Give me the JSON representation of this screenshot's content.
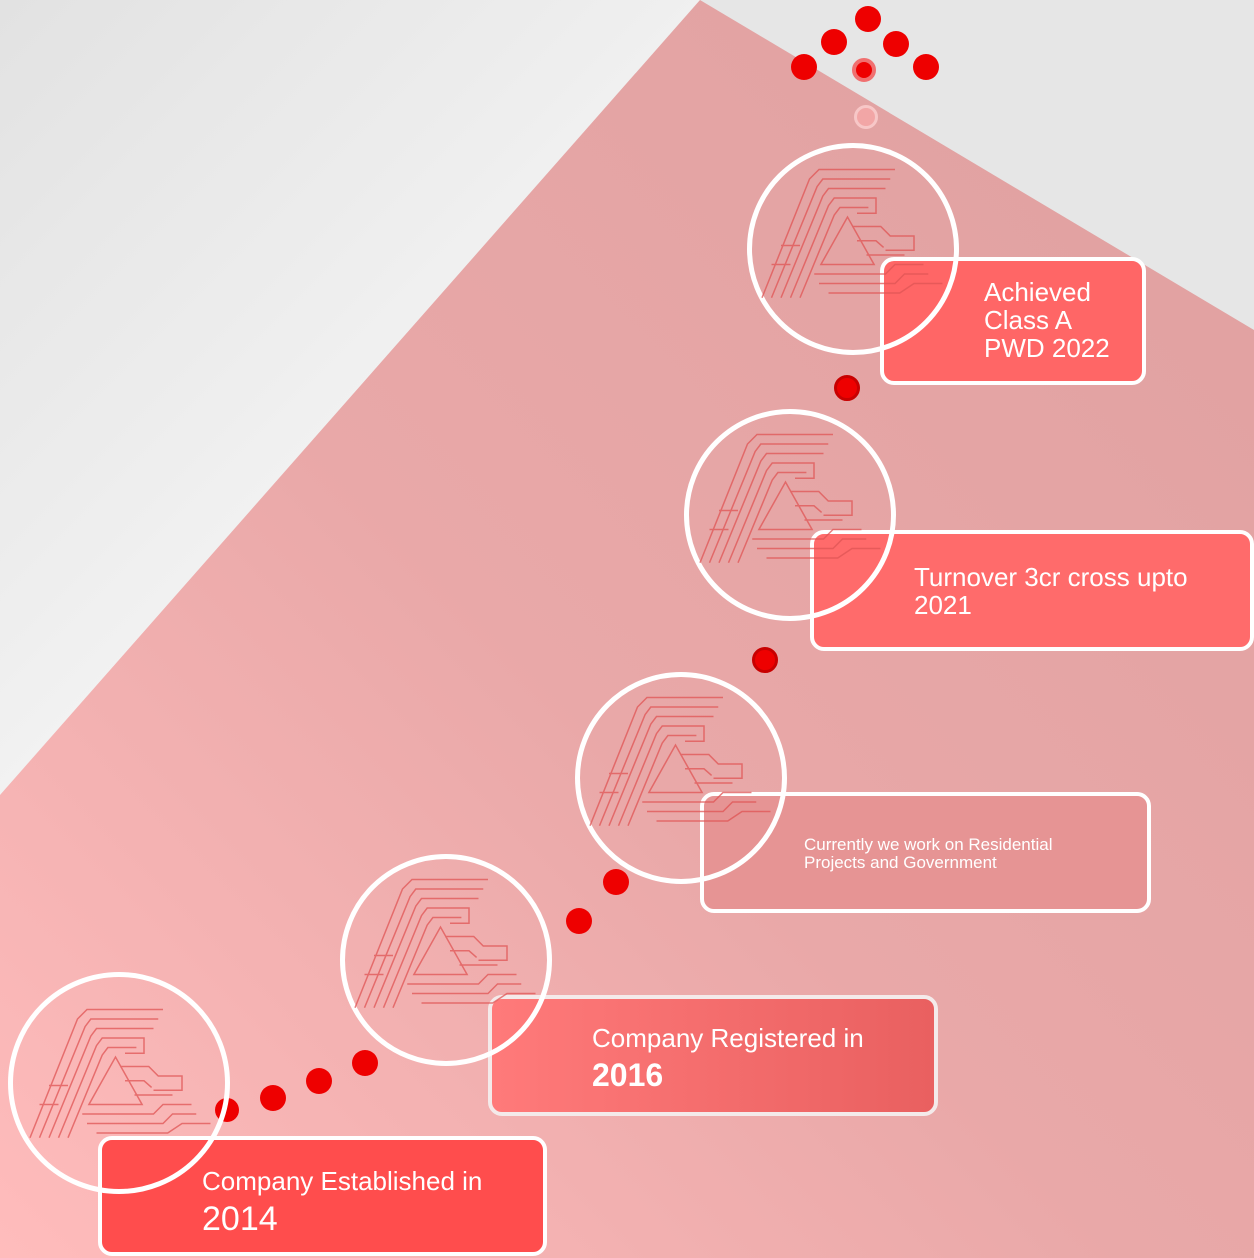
{
  "colors": {
    "background_light": "#e6e6e6",
    "triangle_pink": "#f4b6b6",
    "dot_red": "#ee0000",
    "box_red": "#ff5050",
    "ring_white": "#ffffff"
  },
  "milestones": [
    {
      "line1": "Company Established in",
      "line2": "2014"
    },
    {
      "line1": "Company Registered in",
      "line2": "2016"
    },
    {
      "line1": "Currently we work on Residential",
      "line2": "Projects and Government"
    },
    {
      "line1": "Turnover 3cr cross  upto",
      "line2": "2021"
    },
    {
      "line1": "Achieved",
      "line2": "Class A",
      "line3": "PWD 2022"
    }
  ],
  "icons": [
    "logo-emblem-icon",
    "arrow-dots-icon"
  ]
}
